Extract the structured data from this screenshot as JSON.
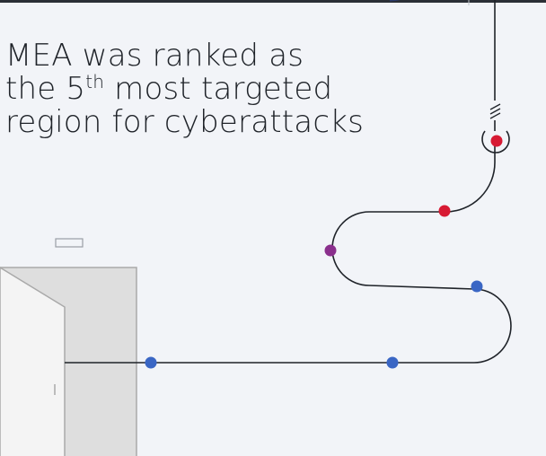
{
  "headline": {
    "line1": "MEA was ranked as",
    "line2_prefix": "the 5",
    "line2_superscript": "th",
    "line2_suffix": " most targeted",
    "line3": "region for cyberattacks"
  },
  "colors": {
    "background": "#f2f4f8",
    "line": "#1f2329",
    "door_fill": "#dedede",
    "door_stroke": "#a9a9a9",
    "dot_blue": "#3a66c4",
    "dot_purple": "#8a2f8c",
    "dot_red": "#d71a33"
  },
  "path_dots": [
    {
      "name": "door-blue-dot",
      "color": "blue"
    },
    {
      "name": "mid-blue-dot",
      "color": "blue"
    },
    {
      "name": "curve-blue-dot",
      "color": "blue"
    },
    {
      "name": "purple-dot",
      "color": "purple"
    },
    {
      "name": "lower-red-dot",
      "color": "red"
    },
    {
      "name": "top-red-dot",
      "color": "red"
    }
  ]
}
